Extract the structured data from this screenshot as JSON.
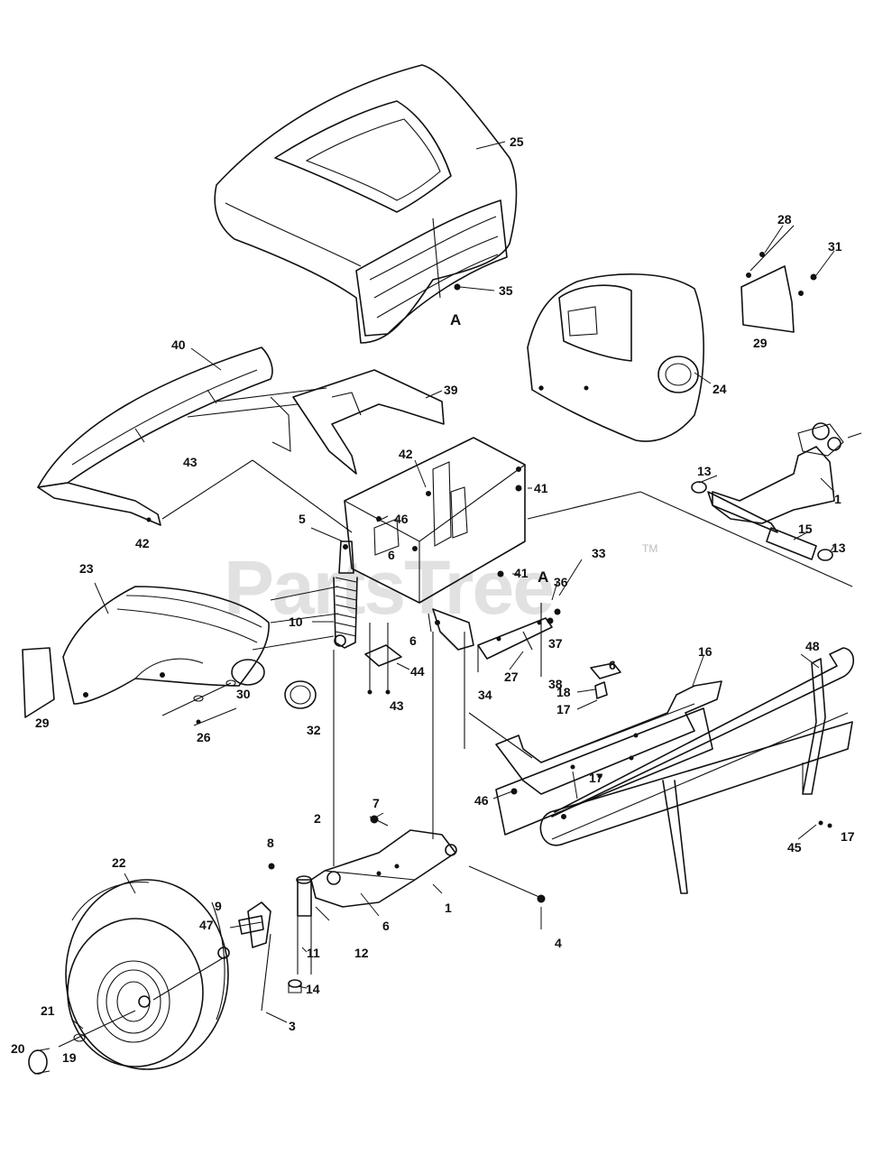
{
  "watermark": {
    "text": "PartsTree",
    "trademark": "TM"
  },
  "callouts": {
    "c1": "1",
    "c2": "2",
    "c3": "3",
    "c4": "4",
    "c5": "5",
    "c6": "6",
    "c7": "7",
    "c8": "8",
    "c9": "9",
    "c10": "10",
    "c11": "11",
    "c12": "12",
    "c13": "13",
    "c14": "14",
    "c15": "15",
    "c16": "16",
    "c17": "17",
    "c18": "18",
    "c19": "19",
    "c20": "20",
    "c21": "21",
    "c22": "22",
    "c23": "23",
    "c24": "24",
    "c25": "25",
    "c26": "26",
    "c27": "27",
    "c28": "28",
    "c29": "29",
    "c30": "30",
    "c31": "31",
    "c32": "32",
    "c33": "33",
    "c34": "34",
    "c35": "35",
    "c36": "36",
    "c37": "37",
    "c38": "38",
    "c39": "39",
    "c40": "40",
    "c41": "41",
    "c42": "42",
    "c43": "43",
    "c44": "44",
    "c45": "45",
    "c46": "46",
    "c47": "47",
    "c48": "48",
    "ref_a": "A"
  }
}
